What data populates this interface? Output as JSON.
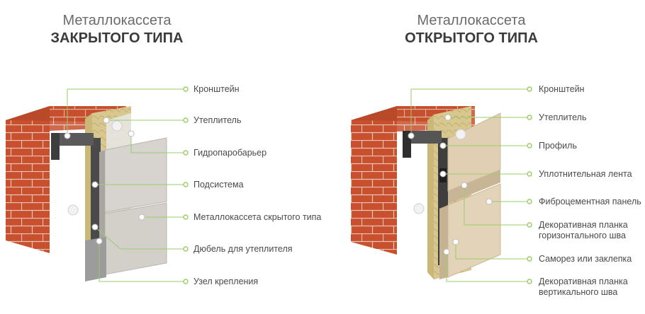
{
  "colors": {
    "accent": "#8cc63f",
    "brick": "#c8502e",
    "insulation": "#d8c890",
    "metal_panel": "#d7d4cf",
    "fiber_cement_panel": "#e0cfb3",
    "text": "#4a4a4a"
  },
  "left": {
    "title_line1": "Металлокассета",
    "title_line2": "ЗАКРЫТОГО ТИПА",
    "labels": [
      "Кронштейн",
      "Утеплитель",
      "Гидропаробарьер",
      "Подсистема",
      "Металлокассета скрытого типа",
      "Дюбель для утеплителя",
      "Узел крепления"
    ]
  },
  "right": {
    "title_line1": "Металлокассета",
    "title_line2": "ОТКРЫТОГО ТИПА",
    "labels": [
      "Кронштейн",
      "Утеплитель",
      "Профиль",
      "Уплотнительная лента",
      "Фиброцементная панель",
      "Декоративная планка",
      "горизонтального шва",
      "Саморез или заклепка",
      "Декоративная планка",
      "вертикального шва"
    ]
  }
}
